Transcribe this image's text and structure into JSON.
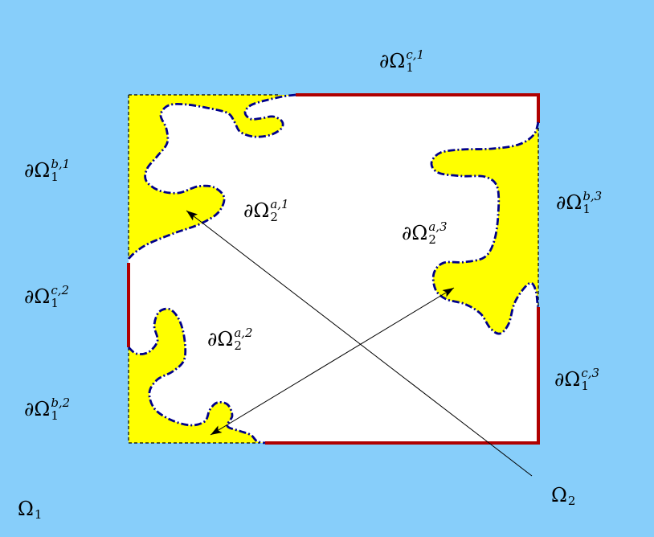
{
  "labels": {
    "c1": {
      "base": "∂Ω",
      "sup": "c,1",
      "sub": "1"
    },
    "b1": {
      "base": "∂Ω",
      "sup": "b,1",
      "sub": "1"
    },
    "a1": {
      "base": "∂Ω",
      "sup": "a,1",
      "sub": "2"
    },
    "b3": {
      "base": "∂Ω",
      "sup": "b,3",
      "sub": "1"
    },
    "a3": {
      "base": "∂Ω",
      "sup": "a,3",
      "sub": "2"
    },
    "c2": {
      "base": "∂Ω",
      "sup": "c,2",
      "sub": "1"
    },
    "a2": {
      "base": "∂Ω",
      "sup": "a,2",
      "sub": "2"
    },
    "c3": {
      "base": "∂Ω",
      "sup": "c,3",
      "sub": "1"
    },
    "b2": {
      "base": "∂Ω",
      "sup": "b,2",
      "sub": "1"
    },
    "omega2": {
      "base": "Ω",
      "sub": "2"
    },
    "omega1": {
      "base": "Ω",
      "sub": "1"
    }
  },
  "colors": {
    "background": "#87CEFA",
    "interior": "#FFFFFF",
    "region_fill": "#FFFF00",
    "interface_curve": "#00008B",
    "boundary_red": "#B00000",
    "boundary_dashed": "#000000",
    "arrow": "#000000"
  }
}
